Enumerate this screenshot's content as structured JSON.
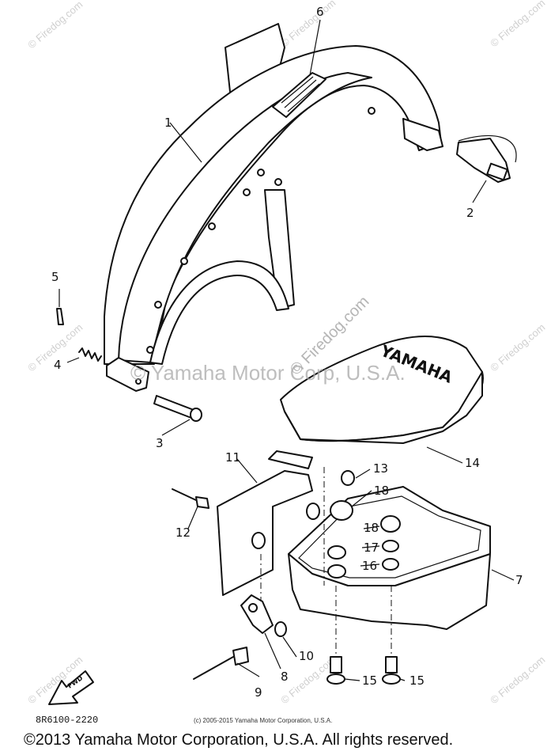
{
  "diagram": {
    "part_numbers": [
      "1",
      "2",
      "3",
      "4",
      "5",
      "6",
      "7",
      "8",
      "9",
      "10",
      "11",
      "12",
      "13",
      "14",
      "15",
      "15",
      "16",
      "17",
      "18",
      "18"
    ],
    "drawing_code": "8R6100-2220",
    "logo_text": "YAMAHA",
    "small_copyright": "(c) 2005-2015 Yamaha Motor Corporation, U.S.A.",
    "front_arrow_label": "FWD"
  },
  "watermarks": {
    "center": "© Yamaha Motor Corp, U.S.A.",
    "diagonal": "© Firedog.com",
    "corner": "© Firedog.com"
  },
  "footer": {
    "copyright": "©2013 Yamaha Motor Corporation, U.S.A. All rights reserved."
  }
}
